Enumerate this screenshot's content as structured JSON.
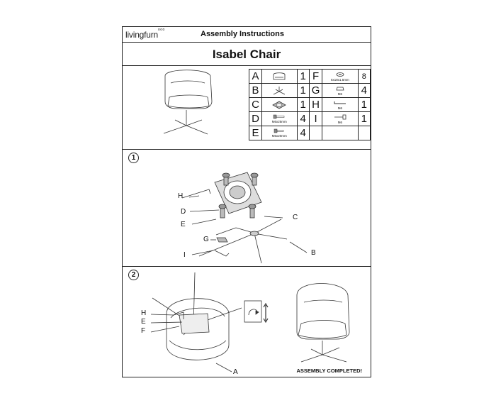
{
  "header": {
    "brand": "livingfurn",
    "brand_mark": "ooo",
    "title": "Assembly Instructions"
  },
  "product": {
    "title": "Isabel Chair"
  },
  "parts": [
    {
      "letter": "A",
      "qty": "1",
      "caption": ""
    },
    {
      "letter": "B",
      "qty": "1",
      "caption": ""
    },
    {
      "letter": "C",
      "qty": "1",
      "caption": ""
    },
    {
      "letter": "D",
      "qty": "4",
      "caption": "M6x25mm"
    },
    {
      "letter": "E",
      "qty": "4",
      "caption": "M6x20mm"
    },
    {
      "letter": "F",
      "qty": "8",
      "caption": "6x18x1.5mm"
    },
    {
      "letter": "G",
      "qty": "4",
      "caption": "M6"
    },
    {
      "letter": "H",
      "qty": "1",
      "caption": "M6"
    },
    {
      "letter": "I",
      "qty": "1",
      "caption": "M6"
    }
  ],
  "step1": {
    "number": "1",
    "labels": {
      "h": "H",
      "d": "D",
      "e": "E",
      "c": "C",
      "g": "G",
      "b": "B",
      "i": "I"
    }
  },
  "step2": {
    "number": "2",
    "labels": {
      "h": "H",
      "e": "E",
      "f": "F",
      "a": "A"
    },
    "completed": "ASSEMBLY COMPLETED!"
  }
}
